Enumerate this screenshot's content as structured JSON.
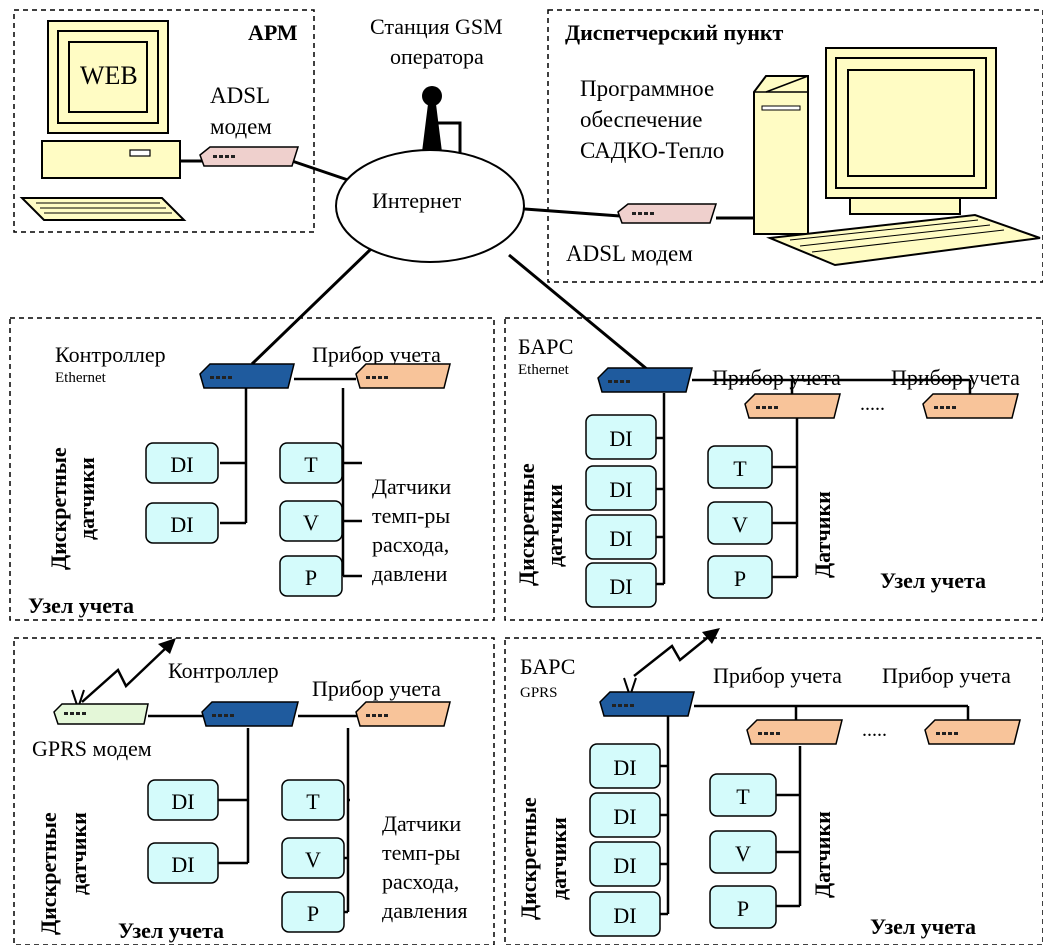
{
  "colors": {
    "monitor_beige": "#fffcc4",
    "modem_pink": "#efd0cd",
    "controller_blue": "#1f5b9e",
    "meter_orange": "#f8c49a",
    "sensor_cyan": "#d4fbfb",
    "gprs_green": "#e4f7d8",
    "line": "#000000"
  },
  "arm": {
    "title": "АРМ",
    "web_label": "WEB",
    "modem_label_1": "ADSL",
    "modem_label_2": "модем"
  },
  "gsm": {
    "label_1": "Станция GSM",
    "label_2": "оператора"
  },
  "internet": {
    "label": "Интернет"
  },
  "dispatch": {
    "title": "Диспетчерский пункт",
    "software_1": "Программное",
    "software_2": "обеспечение",
    "software_3": "САДКО-Тепло",
    "modem_label": "ADSL модем"
  },
  "node_eth": {
    "controller_1": "Контроллер",
    "controller_2": "Ethernet",
    "meter_label": "Прибор учета",
    "vertical_1": "Дискретные",
    "vertical_2": "датчики",
    "di_labels": [
      "DI",
      "DI"
    ],
    "sensor_labels": [
      "T",
      "V",
      "P"
    ],
    "sensors_text": [
      "Датчики",
      "темп-ры",
      "расхода,",
      "давлени"
    ],
    "footer": "Узел учета"
  },
  "node_bars_eth": {
    "bars_1": "БАРС",
    "bars_2": "Ethernet",
    "meter_label_1": "Прибор учета",
    "meter_label_2": "Прибор учета",
    "dots": ".....",
    "vertical_1": "Дискретные",
    "vertical_2": "датчики",
    "di_labels": [
      "DI",
      "DI",
      "DI",
      "DI"
    ],
    "sensor_labels": [
      "T",
      "V",
      "P"
    ],
    "vertical_sensors": "Датчики",
    "footer": "Узел учета"
  },
  "node_gprs": {
    "controller": "Контроллер",
    "meter_label": "Прибор учета",
    "modem_label": "GPRS модем",
    "vertical_1": "Дискретные",
    "vertical_2": "датчики",
    "di_labels": [
      "DI",
      "DI"
    ],
    "sensor_labels": [
      "T",
      "V",
      "P"
    ],
    "sensors_text": [
      "Датчики",
      "темп-ры",
      "расхода,",
      "давления"
    ],
    "footer": "Узел учета"
  },
  "node_bars_gprs": {
    "bars_1": "БАРС",
    "bars_2": "GPRS",
    "meter_label_1": "Прибор учета",
    "meter_label_2": "Прибор учета",
    "dots": ".....",
    "vertical_1": "Дискретные",
    "vertical_2": "датчики",
    "di_labels": [
      "DI",
      "DI",
      "DI",
      "DI"
    ],
    "sensor_labels": [
      "T",
      "V",
      "P"
    ],
    "vertical_sensors": "Датчики",
    "footer": "Узел учета"
  }
}
